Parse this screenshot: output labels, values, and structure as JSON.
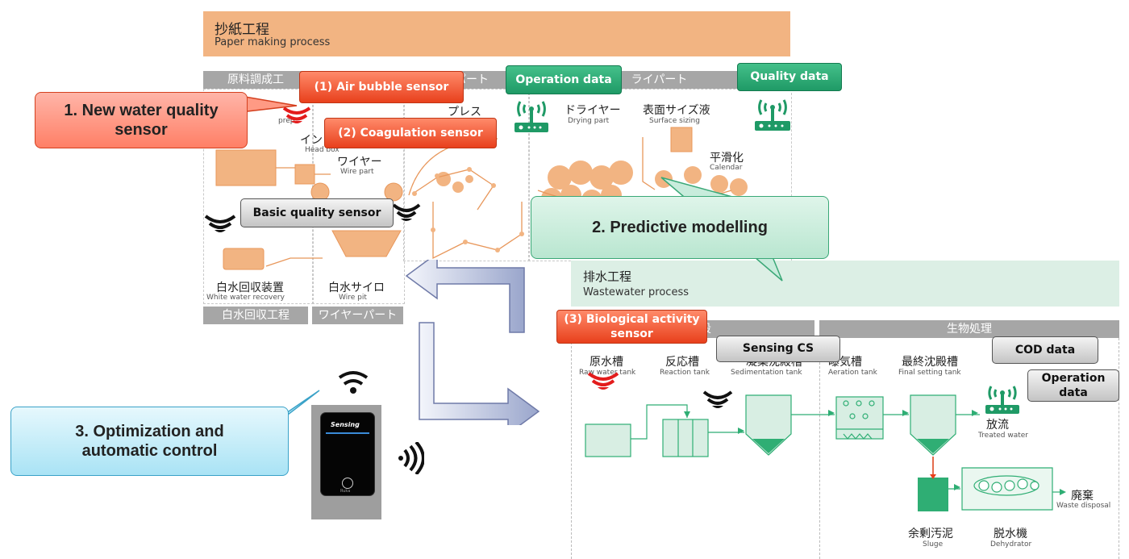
{
  "paper": {
    "title_jp": "抄紙工程",
    "title_en": "Paper making process",
    "sections": [
      "原料調成工",
      "パート",
      "ライパート"
    ],
    "stock_prep": "prep.",
    "inlet_jp": "インレッ",
    "inlet_en": "Head box",
    "wire_jp": "ワイヤー",
    "wire_en": "Wire part",
    "press_jp": "プレス",
    "dryer_jp": "ドライヤー",
    "dryer_en": "Drying part",
    "sizing_jp": "表面サイズ液",
    "sizing_en": "Surface sizing",
    "calendar_jp": "平滑化",
    "calendar_en": "Calendar",
    "recovery_jp": "白水回収装置",
    "recovery_en": "White water recovery",
    "pit_jp": "白水サイロ",
    "pit_en": "Wire pit",
    "bar_recovery": "白水回収工程",
    "bar_wire": "ワイヤーパート"
  },
  "wastewater": {
    "title_jp": "排水工程",
    "title_en": "Wastewater process",
    "bar_left": "段",
    "bar_right": "生物処理",
    "raw_jp": "原水槽",
    "raw_en": "Raw water tank",
    "reaction_jp": "反応槽",
    "reaction_en": "Reaction tank",
    "sedimentation_jp": "凝集沈殿槽",
    "sedimentation_en": "Sedimentation tank",
    "aeration_jp": "曝気槽",
    "aeration_en": "Aeration tank",
    "final_jp": "最終沈殿槽",
    "final_en": "Final setting tank",
    "treated_jp": "放流",
    "treated_en": "Treated water",
    "waste_jp": "廃棄",
    "waste_en": "Waste disposal",
    "sludge_jp": "余剰汚泥",
    "sludge_en": "Sluge",
    "dehydrator_jp": "脱水機",
    "dehydrator_en": "Dehydrator"
  },
  "callouts": {
    "new_sensor": "1. New water quality sensor",
    "predictive": "2. Predictive modelling",
    "optimization": "3. Optimization and automatic control"
  },
  "tags": {
    "air_bubble": "(1) Air bubble sensor",
    "coagulation": "(2) Coagulation sensor",
    "biological": "(3) Biological activity sensor",
    "operation_data": "Operation data",
    "quality_data": "Quality data",
    "basic_quality": "Basic quality sensor",
    "sensing_cs": "Sensing CS",
    "cod_data": "COD data",
    "operation_data_2": "Operation data"
  },
  "device": {
    "brand": "Sensing",
    "logo_text": "Ruka"
  },
  "colors": {
    "orange": "#f2b482",
    "green": "#2fae74",
    "red": "#e8401c",
    "blue": "#a8b4d8"
  }
}
